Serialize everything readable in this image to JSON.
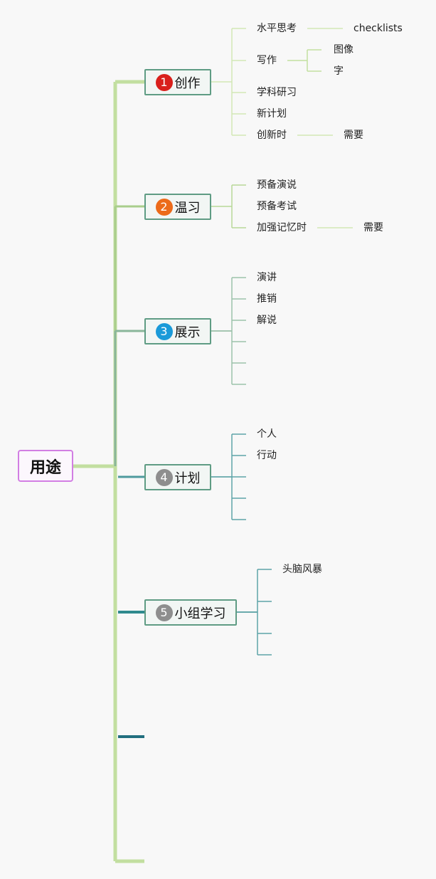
{
  "root": {
    "label": "用途"
  },
  "topics": [
    {
      "num": "1",
      "label": "创作",
      "badge_color": "#d9201c",
      "children": [
        {
          "label": "水平思考",
          "children": [
            {
              "label": "checklists"
            }
          ]
        },
        {
          "label": "写作",
          "children": [
            {
              "label": "图像"
            },
            {
              "label": "字"
            }
          ]
        },
        {
          "label": "学科研习"
        },
        {
          "label": "新计划"
        },
        {
          "label": "创新时",
          "children": [
            {
              "label": "需要"
            }
          ]
        }
      ]
    },
    {
      "num": "2",
      "label": "温习",
      "badge_color": "#ec6b1a",
      "children": [
        {
          "label": "预备演说"
        },
        {
          "label": "预备考试"
        },
        {
          "label": "加强记忆时",
          "children": [
            {
              "label": "需要"
            }
          ]
        }
      ]
    },
    {
      "num": "3",
      "label": "展示",
      "badge_color": "#1a9ad9",
      "children": [
        {
          "label": "演讲"
        },
        {
          "label": "推销"
        },
        {
          "label": "解说"
        },
        {
          "label": ""
        },
        {
          "label": ""
        },
        {
          "label": ""
        }
      ]
    },
    {
      "num": "4",
      "label": "计划",
      "badge_color": "#8e8e8e",
      "children": [
        {
          "label": "个人"
        },
        {
          "label": "行动"
        },
        {
          "label": ""
        },
        {
          "label": ""
        },
        {
          "label": ""
        }
      ]
    },
    {
      "num": "5",
      "label": "小组学习",
      "badge_color": "#8e8e8e",
      "children": [
        {
          "label": "头脑风暴"
        },
        {
          "label": ""
        },
        {
          "label": ""
        },
        {
          "label": ""
        }
      ]
    }
  ]
}
